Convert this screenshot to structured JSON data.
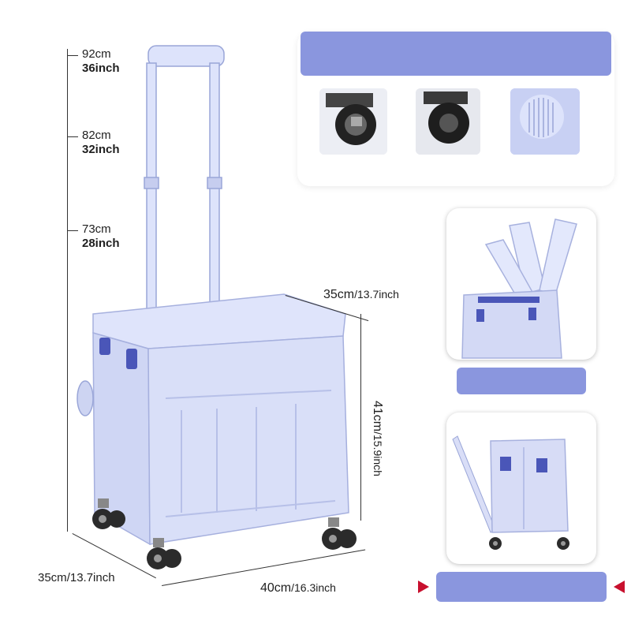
{
  "height_labels": [
    {
      "cm": "92cm",
      "inch": "36inch"
    },
    {
      "cm": "82cm",
      "inch": "32inch"
    },
    {
      "cm": "73cm",
      "inch": "28inch"
    }
  ],
  "depth_top": {
    "cm": "35cm",
    "inch": "/13.7inch"
  },
  "height_right": {
    "cm": "41cm",
    "inch": "/15.9inch"
  },
  "depth_bottom": {
    "cm": "35cm",
    "inch": "/13.7inch"
  },
  "width_bottom": {
    "cm": "40cm",
    "inch": "/16.3inch"
  },
  "colors": {
    "accent": "#8a96de",
    "body": "#d6dcf6",
    "arrow": "#c8102e"
  },
  "icons": [
    "wheel-icon",
    "caster-icon",
    "latch-icon",
    "folding-lid-icon",
    "cart-side-icon",
    "arrow-left-icon",
    "arrow-right-icon"
  ]
}
